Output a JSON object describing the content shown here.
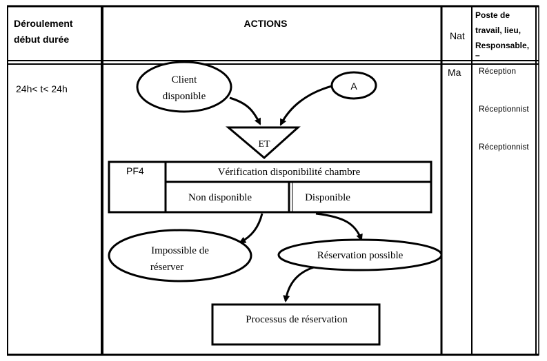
{
  "headers": {
    "deroulement": [
      "Déroulement",
      "début durée"
    ],
    "actions": "ACTIONS",
    "nat": "Nat",
    "poste": [
      "Poste de",
      "travail, lieu,",
      "Responsable,",
      "–"
    ]
  },
  "row": {
    "duration": "24h< t< 24h",
    "nat": "Ma",
    "postes": [
      "Réception",
      "Réceptionnist",
      "Réceptionnist"
    ]
  },
  "diagram": {
    "client_line1": "Client",
    "client_line2": "disponible",
    "connector": "A",
    "et": "ET",
    "pf": "PF4",
    "verification": "Vérification disponibilité chambre",
    "non_disponible": "Non disponible",
    "disponible": "Disponible",
    "impossible_line1": "Impossible de",
    "impossible_line2": "réserver",
    "reservation_possible": "Réservation possible",
    "processus": "Processus de réservation"
  }
}
